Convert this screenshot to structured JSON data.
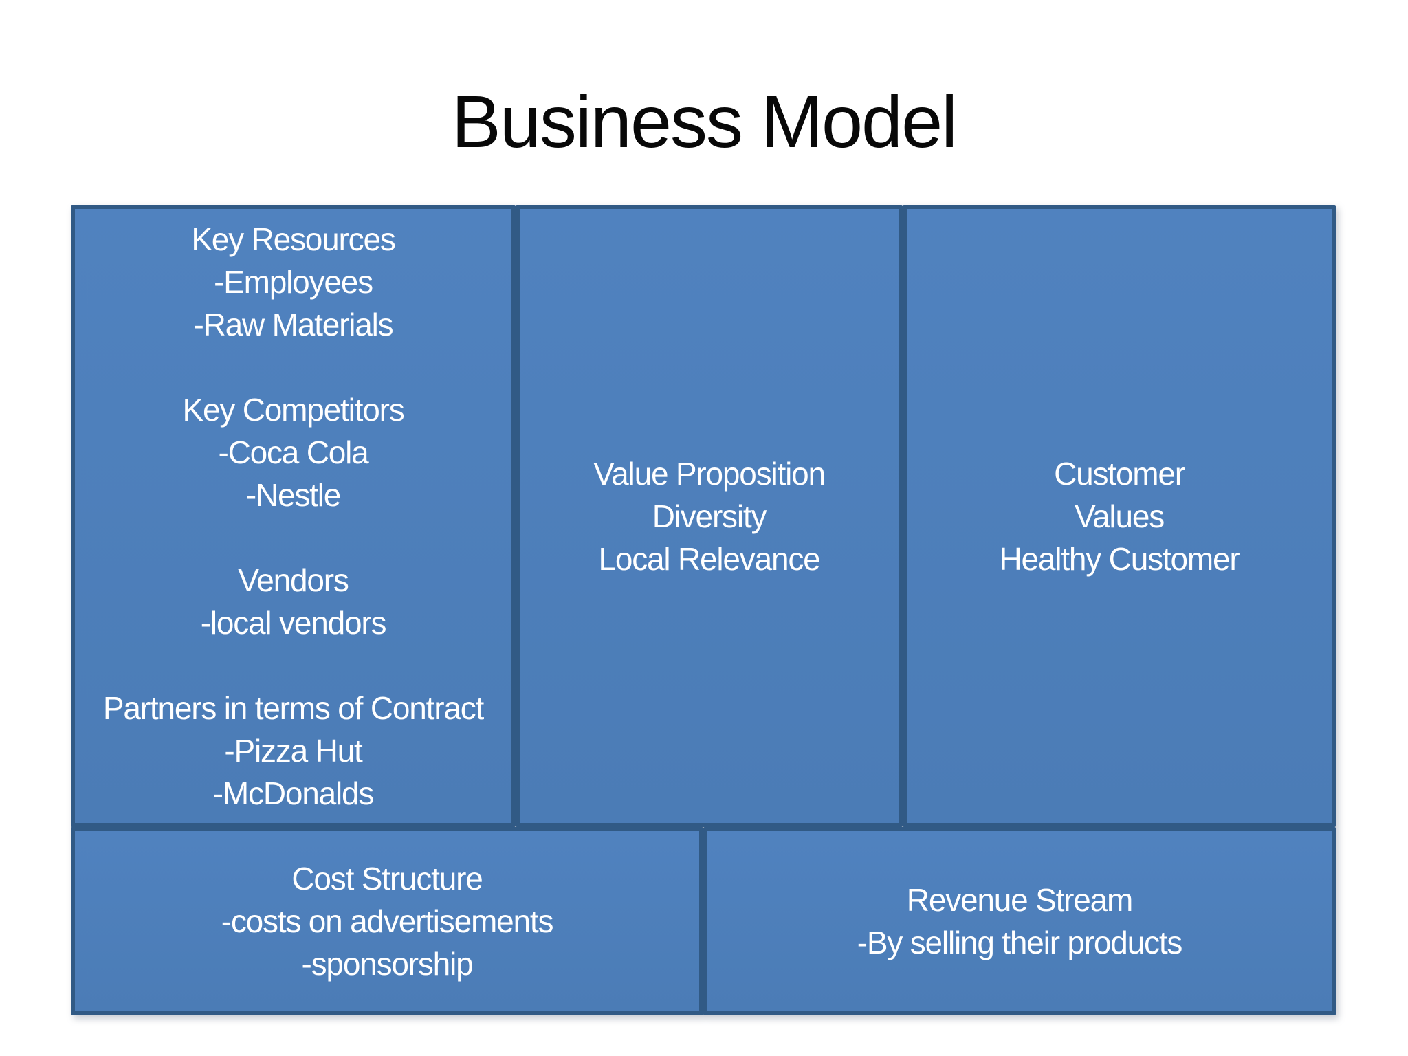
{
  "slide": {
    "title": "Business Model",
    "colors": {
      "box_fill": "#4e7fba",
      "box_border": "#315a85",
      "box_text": "#ffffff",
      "title_text": "#080808",
      "background": "#ffffff"
    },
    "boxes": {
      "key_resources": {
        "lines": [
          "Key Resources",
          "-Employees",
          "-Raw Materials",
          "",
          "Key Competitors",
          "-Coca Cola",
          "-Nestle",
          "",
          "Vendors",
          "-local vendors",
          "",
          "Partners in terms of Contract",
          "-Pizza Hut",
          "-McDonalds"
        ]
      },
      "value_proposition": {
        "lines": [
          "Value Proposition",
          "Diversity",
          "Local Relevance"
        ]
      },
      "customer": {
        "lines": [
          "Customer",
          "Values",
          "Healthy Customer"
        ]
      },
      "cost_structure": {
        "lines": [
          "Cost Structure",
          "-costs on advertisements",
          "-sponsorship"
        ]
      },
      "revenue_stream": {
        "lines": [
          "Revenue Stream",
          "-By selling their products"
        ]
      }
    }
  }
}
